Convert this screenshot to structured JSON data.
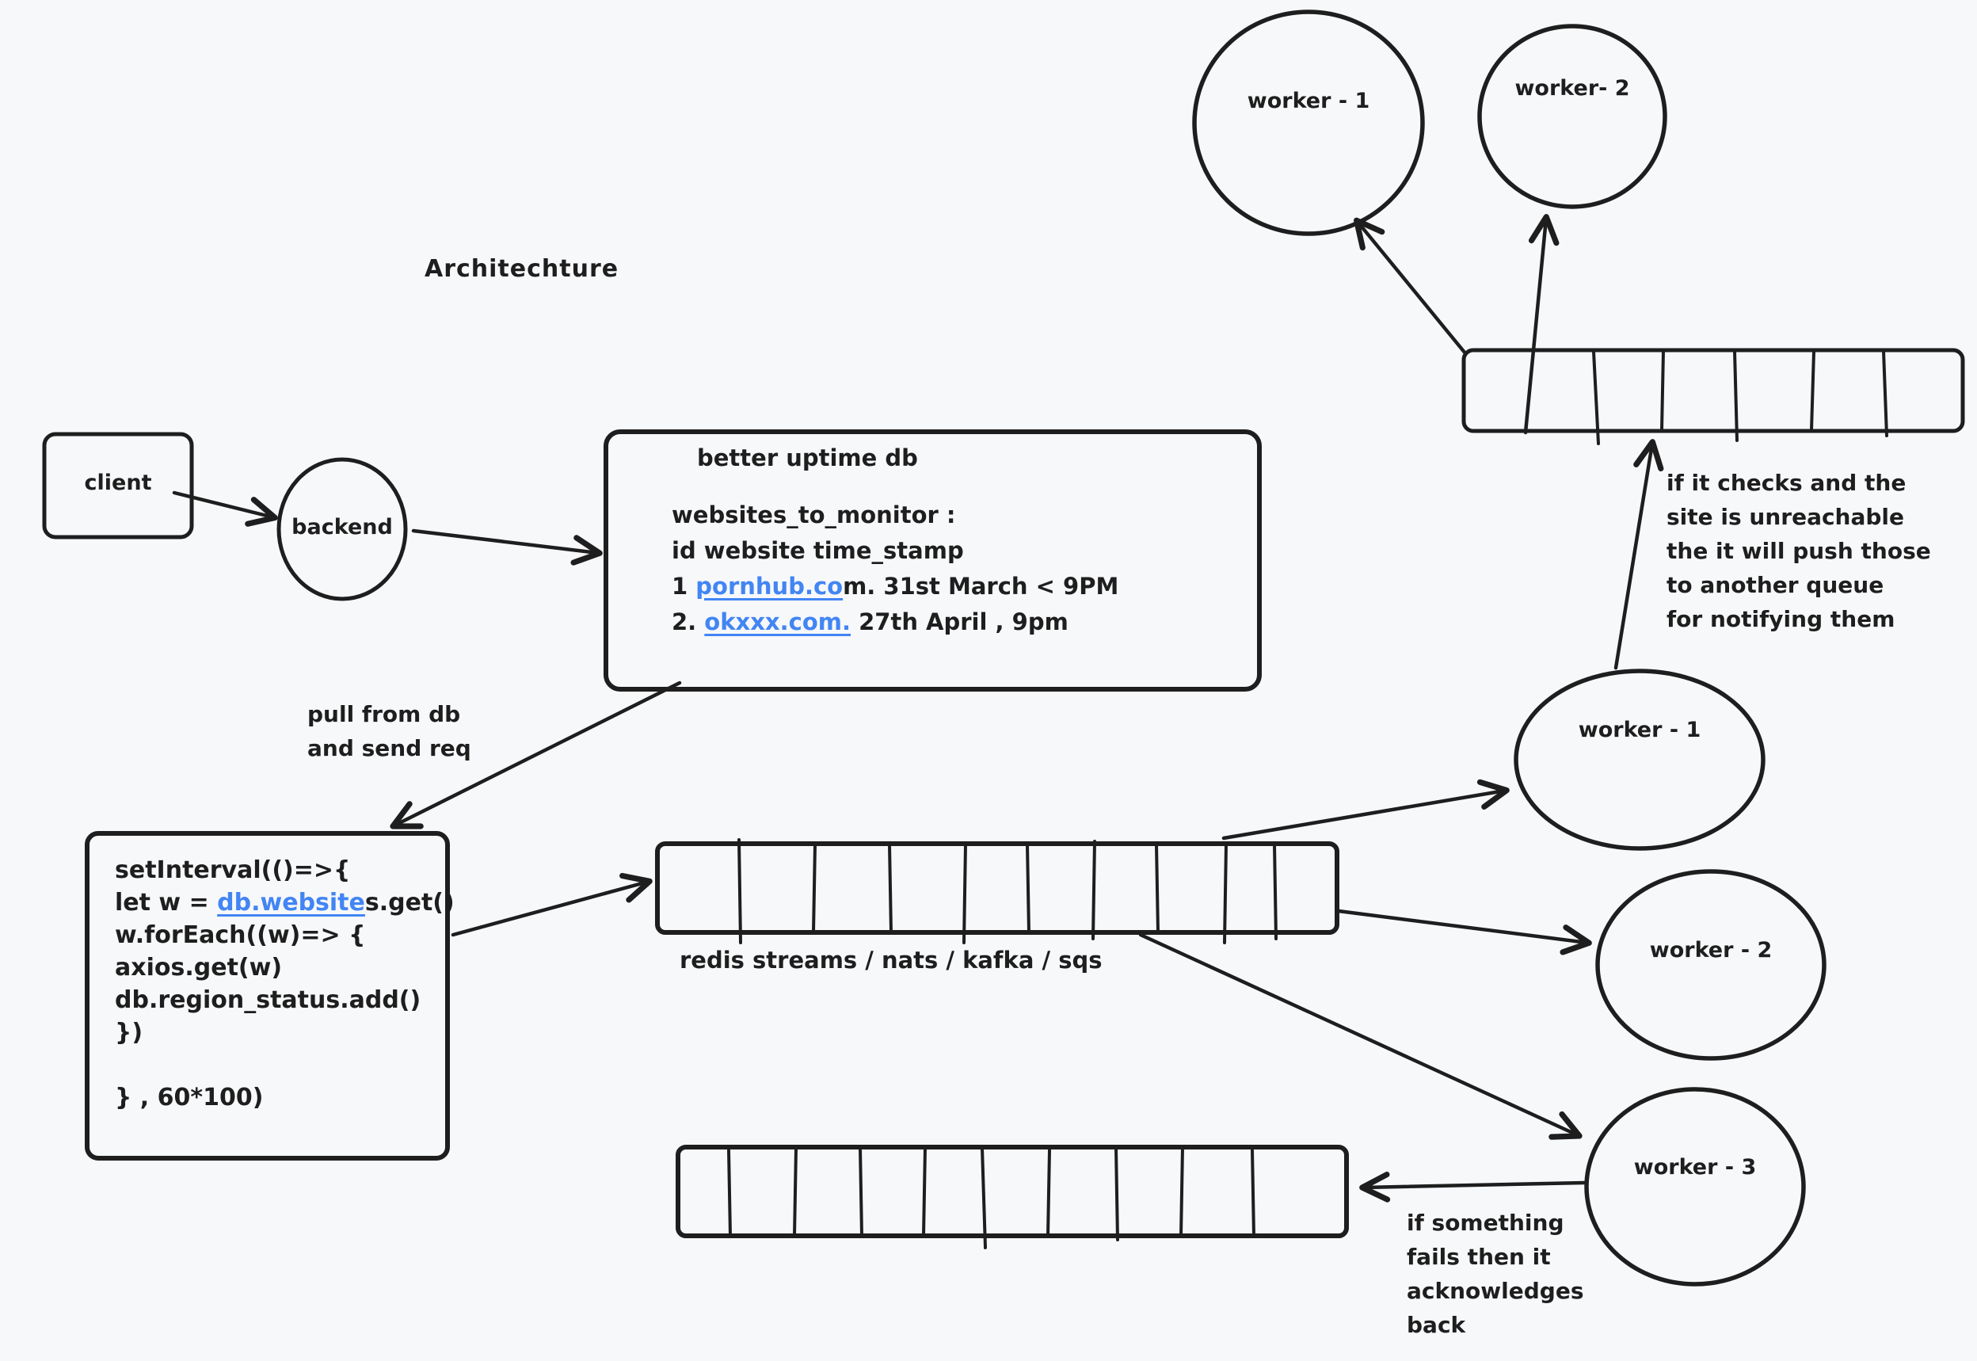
{
  "title": "Architechture",
  "colors": {
    "ink": "#1e1e1e",
    "link": "#4285f4",
    "canvas": "#f7f8fa"
  },
  "client": {
    "label": "client"
  },
  "backend": {
    "label": "backend"
  },
  "db_box": {
    "title": "better uptime db",
    "lines": [
      {
        "text": "websites_to_monitor :"
      },
      {
        "text": "id website time_stamp"
      },
      {
        "prefix": "1 ",
        "link": "pornhub.co",
        "suffix": "m. 31st March < 9PM"
      },
      {
        "prefix": "2. ",
        "link": "okxxx.com.",
        "suffix": " 27th April , 9pm"
      }
    ]
  },
  "pull_note": "pull from db\nand send req",
  "code_box": {
    "lines": [
      {
        "text": "setInterval(()=>{"
      },
      {
        "prefix": "let w = ",
        "link": "db.website",
        "suffix": "s.get()"
      },
      {
        "text": "w.forEach((w)=> {"
      },
      {
        "text": "axios.get(w)"
      },
      {
        "text": "db.region_status.add()"
      },
      {
        "text": "})"
      },
      {
        "text": ""
      },
      {
        "text": "} , 60*100)"
      }
    ]
  },
  "queue_label": "redis streams / nats / kafka / sqs",
  "workers": {
    "top1": "worker - 1",
    "top2": "worker- 2",
    "mid1": "worker - 1",
    "mid2": "worker - 2",
    "w3": "worker - 3"
  },
  "unreachable_note": "if it checks and the\nsite is unreachable\nthe it will push those\nto another queue\nfor notifying them",
  "ack_note": "if something\nfails then it\nacknowledges\nback"
}
